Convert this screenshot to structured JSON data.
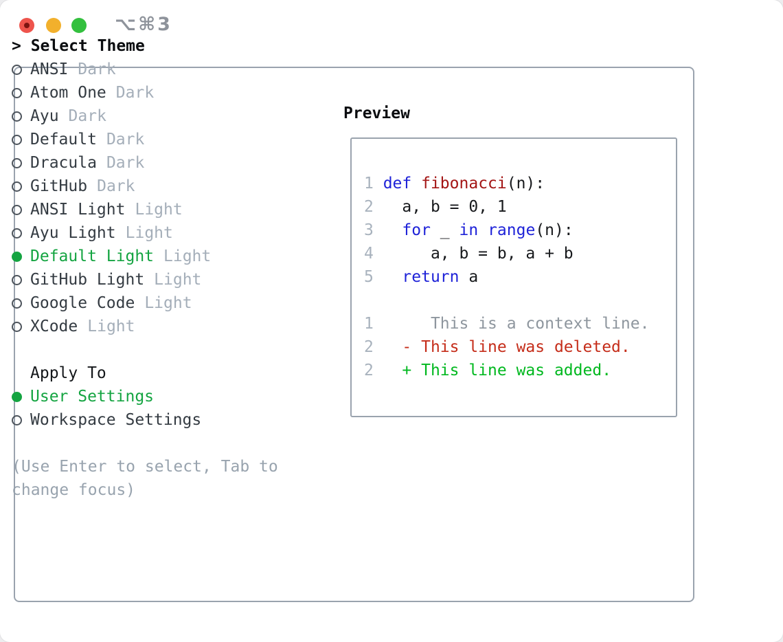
{
  "titlebar": {
    "shortcut": "⌥⌘3"
  },
  "panel": {
    "select_header": "> Select Theme",
    "themes": [
      {
        "name": "ANSI",
        "variant": "Dark",
        "selected": false
      },
      {
        "name": "Atom One",
        "variant": "Dark",
        "selected": false
      },
      {
        "name": "Ayu",
        "variant": "Dark",
        "selected": false
      },
      {
        "name": "Default",
        "variant": "Dark",
        "selected": false
      },
      {
        "name": "Dracula",
        "variant": "Dark",
        "selected": false
      },
      {
        "name": "GitHub",
        "variant": "Dark",
        "selected": false
      },
      {
        "name": "ANSI Light",
        "variant": "Light",
        "selected": false
      },
      {
        "name": "Ayu Light",
        "variant": "Light",
        "selected": false
      },
      {
        "name": "Default Light",
        "variant": "Light",
        "selected": true
      },
      {
        "name": "GitHub Light",
        "variant": "Light",
        "selected": false
      },
      {
        "name": "Google Code",
        "variant": "Light",
        "selected": false
      },
      {
        "name": "XCode",
        "variant": "Light",
        "selected": false
      }
    ],
    "apply_header": "Apply To",
    "apply_options": [
      {
        "name": "User Settings",
        "selected": true
      },
      {
        "name": "Workspace Settings",
        "selected": false
      }
    ],
    "hint_line1": "(Use Enter to select, Tab to",
    "hint_line2": "change focus)"
  },
  "preview": {
    "header": "Preview",
    "lines": [
      [
        {
          "s": "n",
          "t": "1 "
        },
        {
          "s": "k",
          "t": "def"
        },
        {
          "s": "t",
          "t": " "
        },
        {
          "s": "f",
          "t": "fibonacci"
        },
        {
          "s": "t",
          "t": "(n):"
        }
      ],
      [
        {
          "s": "n",
          "t": "2 "
        },
        {
          "s": "t",
          "t": "  a, b = 0, 1"
        }
      ],
      [
        {
          "s": "n",
          "t": "3 "
        },
        {
          "s": "t",
          "t": "  "
        },
        {
          "s": "k",
          "t": "for"
        },
        {
          "s": "t",
          "t": " _ "
        },
        {
          "s": "k",
          "t": "in"
        },
        {
          "s": "t",
          "t": " "
        },
        {
          "s": "k",
          "t": "range"
        },
        {
          "s": "t",
          "t": "(n):"
        }
      ],
      [
        {
          "s": "n",
          "t": "4 "
        },
        {
          "s": "t",
          "t": "     a, b = b, a + b"
        }
      ],
      [
        {
          "s": "n",
          "t": "5 "
        },
        {
          "s": "t",
          "t": "  "
        },
        {
          "s": "k",
          "t": "return"
        },
        {
          "s": "t",
          "t": " a"
        }
      ],
      [],
      [
        {
          "s": "n",
          "t": "1 "
        },
        {
          "s": "c",
          "t": "     This is a context line."
        }
      ],
      [
        {
          "s": "n",
          "t": "2 "
        },
        {
          "s": "d",
          "t": "  - This line was deleted."
        }
      ],
      [
        {
          "s": "n",
          "t": "2 "
        },
        {
          "s": "a",
          "t": "  + This line was added."
        }
      ]
    ]
  },
  "colors": {
    "accent_green": "#14a441",
    "keyword_blue": "#1e22d8",
    "function_red": "#a31515",
    "deleted_red": "#c52d1a",
    "added_green": "#00b81f",
    "context_gray": "#8e969e",
    "linenum_gray": "#a8b2bd",
    "variant_gray": "#a4aeb9",
    "hint_gray": "#98a3ae",
    "border_gray": "#9aa3ae",
    "title_gray": "#8e939b",
    "btn_red": "#ee544c",
    "btn_red_dot": "#7c1410",
    "btn_yellow": "#f2b02c",
    "btn_green": "#33c03e"
  }
}
